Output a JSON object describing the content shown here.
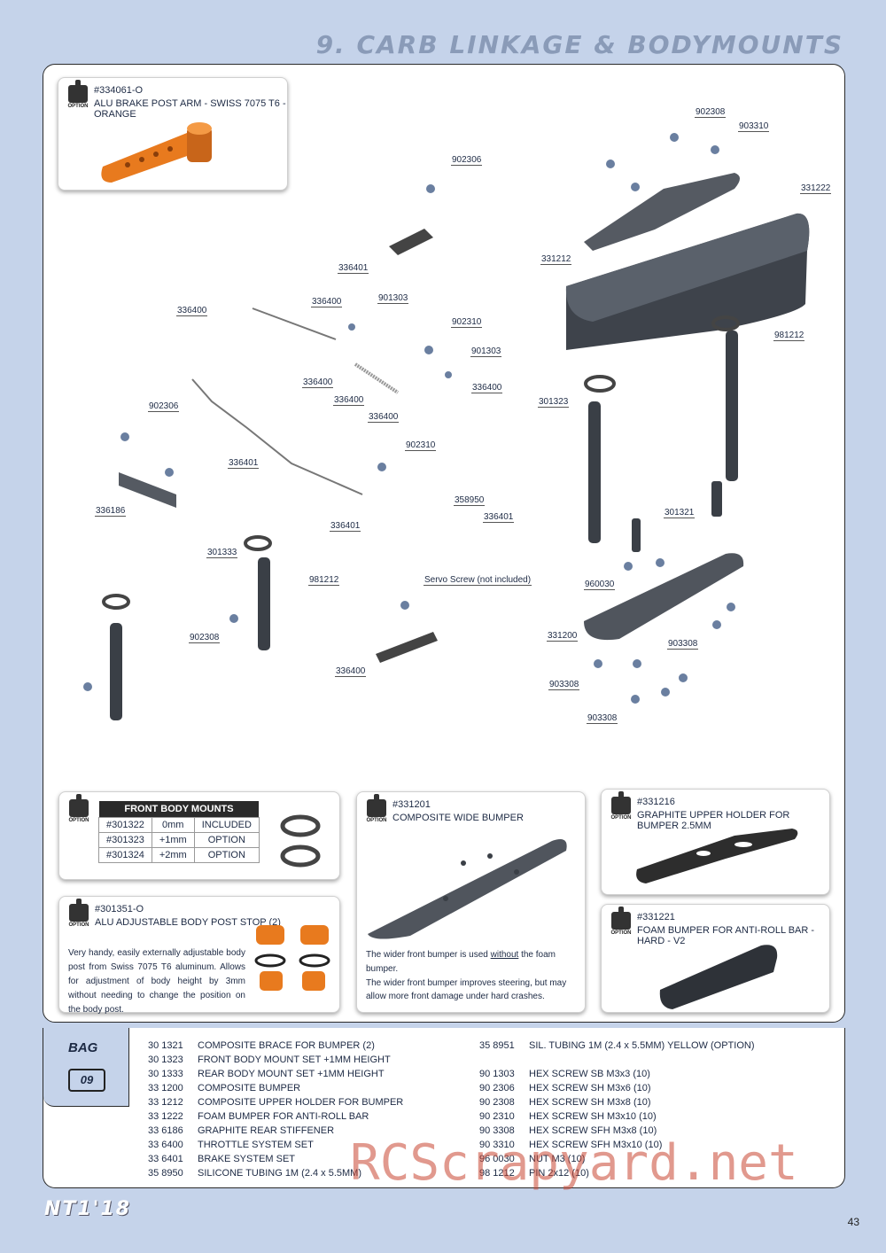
{
  "page_title": "9. CARB LINKAGE & BODYMOUNTS",
  "option_label": "OPTION",
  "brake_option": {
    "number": "#334061-O",
    "title": "ALU BRAKE POST ARM - SWISS 7075 T6 - ORANGE"
  },
  "parts": {
    "p902308a": "902308",
    "p903310": "903310",
    "p902306a": "902306",
    "p331222": "331222",
    "p336401a": "336401",
    "p331212": "331212",
    "p336400a": "336400",
    "p336400b": "336400",
    "p901303a": "901303",
    "p902310a": "902310",
    "p981212a": "981212",
    "p901303b": "901303",
    "p336400c": "336400",
    "p336400d": "336400",
    "p336400e": "336400",
    "p336400f": "336400",
    "p301323": "301323",
    "p902306b": "902306",
    "p336401b": "336401",
    "p902310b": "902310",
    "p336186": "336186",
    "p358950": "358950",
    "p336401c": "336401",
    "p336401d": "336401",
    "p301321": "301321",
    "p301333": "301333",
    "p981212b": "981212",
    "servo": "Servo Screw (not included)",
    "p960030": "960030",
    "p902308b": "902308",
    "p331200": "331200",
    "p903308a": "903308",
    "p336400g": "336400",
    "p903308b": "903308",
    "p903308c": "903308"
  },
  "front_body_mounts": {
    "header": "FRONT BODY MOUNTS",
    "rows": [
      [
        "#301322",
        "0mm",
        "INCLUDED"
      ],
      [
        "#301323",
        "+1mm",
        "OPTION"
      ],
      [
        "#301324",
        "+2mm",
        "OPTION"
      ]
    ]
  },
  "wide_bumper": {
    "number": "#331201",
    "title": "COMPOSITE WIDE BUMPER",
    "note1_a": "The wider front bumper is used ",
    "note1_u": "without",
    "note1_b": " the foam bumper.",
    "note2": "The wider front bumper improves steering, but may allow more front damage under hard crashes."
  },
  "graphite_holder": {
    "number": "#331216",
    "title": "GRAPHITE UPPER HOLDER FOR BUMPER 2.5MM"
  },
  "body_post_stop": {
    "number": "#301351-O",
    "title": "ALU ADJUSTABLE BODY POST STOP (2)",
    "text": "Very handy, easily externally adjustable body post from Swiss 7075 T6 aluminum. Allows for adjustment of body height by 3mm without needing to change the position on the body post."
  },
  "foam_bumper": {
    "number": "#331221",
    "title": "FOAM BUMPER FOR ANTI-ROLL BAR - HARD - V2"
  },
  "bag": {
    "label": "BAG",
    "number": "09"
  },
  "parts_list_left": [
    [
      "30 1321",
      "COMPOSITE BRACE FOR BUMPER (2)"
    ],
    [
      "30 1323",
      "FRONT BODY MOUNT SET +1MM HEIGHT"
    ],
    [
      "30 1333",
      "REAR BODY MOUNT SET +1MM HEIGHT"
    ],
    [
      "33 1200",
      "COMPOSITE BUMPER"
    ],
    [
      "33 1212",
      "COMPOSITE UPPER HOLDER FOR BUMPER"
    ],
    [
      "33 1222",
      "FOAM BUMPER FOR ANTI-ROLL BAR"
    ],
    [
      "33 6186",
      "GRAPHITE REAR STIFFENER"
    ],
    [
      "33 6400",
      "THROTTLE SYSTEM SET"
    ],
    [
      "33 6401",
      "BRAKE SYSTEM SET"
    ],
    [
      "35 8950",
      "SILICONE TUBING 1M (2.4 x 5.5MM)"
    ]
  ],
  "parts_list_right_top": [
    [
      "35 8951",
      "SIL. TUBING 1M (2.4 x 5.5MM) YELLOW (OPTION)"
    ]
  ],
  "parts_list_right": [
    [
      "90 1303",
      "HEX SCREW SB M3x3  (10)"
    ],
    [
      "90 2306",
      "HEX SCREW SH M3x6  (10)"
    ],
    [
      "90 2308",
      "HEX SCREW SH M3x8  (10)"
    ],
    [
      "90 2310",
      "HEX SCREW SH M3x10  (10)"
    ],
    [
      "90 3308",
      "HEX SCREW SFH M3x8  (10)"
    ],
    [
      "90 3310",
      "HEX SCREW SFH M3x10  (10)"
    ],
    [
      "96 0030",
      "NUT M3  (10)"
    ],
    [
      "98 1212",
      "PIN 2x12  (10)"
    ]
  ],
  "footer_logo": "NT1'18",
  "page_number": "43",
  "watermark": "RCScrapyard.net",
  "colors": {
    "background": "#c5d3ea",
    "orange": "#e87a1e",
    "part_gray": "#4a4f58"
  }
}
